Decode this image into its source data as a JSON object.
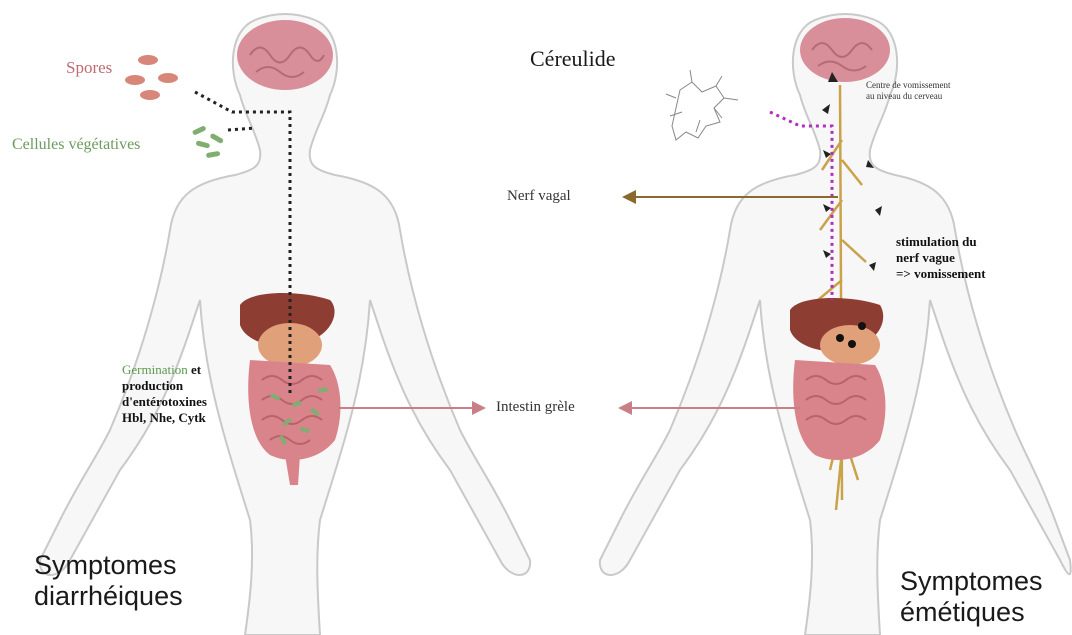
{
  "left_panel": {
    "spores_label": "Spores",
    "vegetative_cells_label": "Cellules végétatives",
    "germination_word": "Germination",
    "germination_rest": " et",
    "production_line": "production",
    "enterotoxin_line": "d'entérotoxines",
    "toxins_line": "Hbl, Nhe, Cytk",
    "title_line1": "Symptomes",
    "title_line2": "diarrhéiques"
  },
  "center": {
    "nerve_label": "Nerf vagal",
    "intestine_label": "Intestin grèle"
  },
  "right_panel": {
    "toxin_label": "Céreulide",
    "vomit_center_line1": "Centre de vomissement",
    "vomit_center_line2": "au niveau du cerveau",
    "stim_line1": "stimulation du",
    "stim_line2": "nerf vague",
    "stim_line3": "=> vomissement",
    "title_line1": "Symptomes",
    "title_line2": "émétiques"
  },
  "colors": {
    "body_outline": "#c9c9c9",
    "body_fill": "#f7f7f7",
    "brain": "#d98f9a",
    "spores": "#d8857a",
    "vegetative_cells": "#7fae72",
    "germination_text": "#5a9a4c",
    "nerve": "#c9a24a",
    "nerve_arrow": "#8a6a2c",
    "intestine_arrow": "#c97f88",
    "liver": "#8e3d33",
    "stomach": "#e0a07a",
    "intestine": "#d9848a",
    "pathway_dots": "#222222",
    "emetic_dots": "#b02fc0"
  }
}
